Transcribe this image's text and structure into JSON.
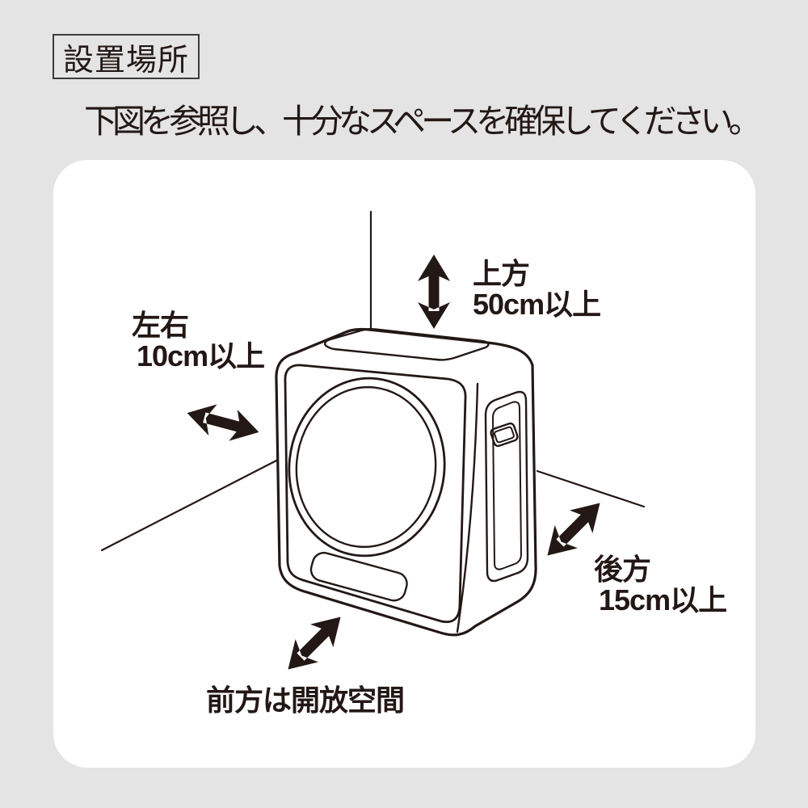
{
  "colors": {
    "page_bg": "#e4e4e4",
    "card_bg": "#ffffff",
    "ink": "#231815",
    "title_box_border": "#3c3c3c"
  },
  "header": {
    "title": "設置場所"
  },
  "intro": {
    "text": "下図を参照し、十分なスペースを確保してください。"
  },
  "diagram": {
    "illustration": "clothes-dryer-in-room-corner-line-art",
    "clearance_top": {
      "direction": "上方",
      "value": "50cm以上"
    },
    "clearance_sides": {
      "direction": "左右",
      "value": "10cm以上"
    },
    "clearance_rear": {
      "direction": "後方",
      "value": "15cm以上"
    },
    "clearance_front": {
      "direction": "前方は開放空間"
    },
    "icons": {
      "top": "vertical-double-arrow-icon",
      "sides": "diagonal-double-arrow-icon",
      "rear": "diagonal-double-arrow-icon",
      "front": "diagonal-double-arrow-icon"
    }
  }
}
